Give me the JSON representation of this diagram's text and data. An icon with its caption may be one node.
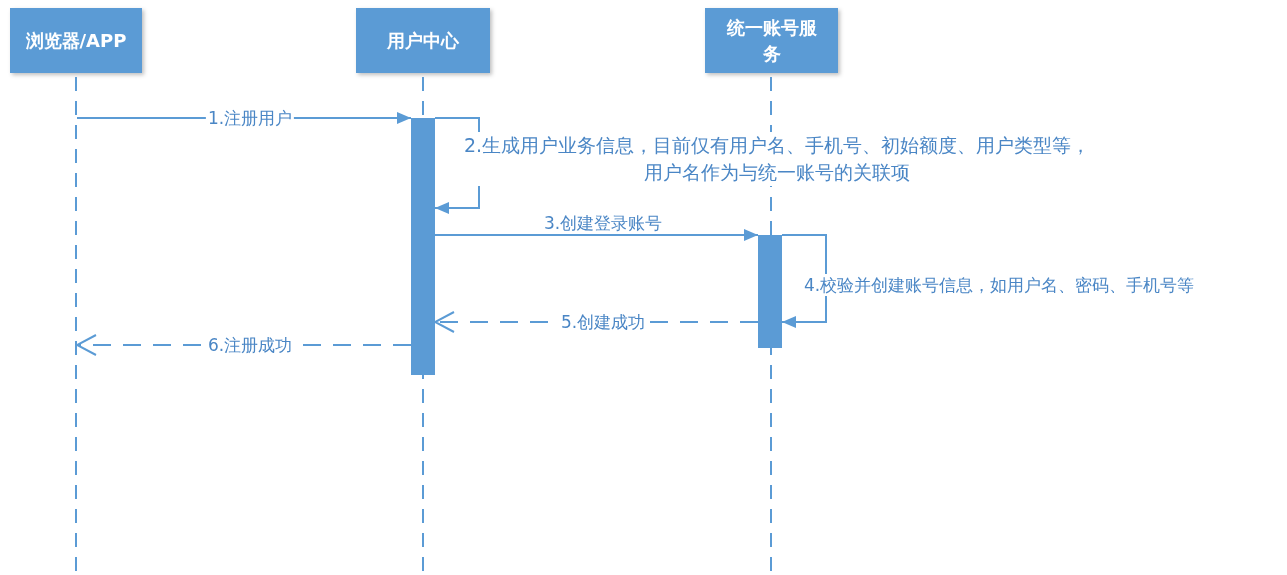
{
  "diagram": {
    "nodes": [
      {
        "text": [
          "浏览器/APP"
        ]
      },
      {
        "text": [
          "用户中心"
        ]
      },
      {
        "text": [
          "统一账号服务"
        ]
      },
      {
        "text": [],
        "shape": "line"
      },
      {
        "text": [],
        "shape": "line"
      },
      {
        "text": [],
        "shape": "line"
      },
      {
        "text": [],
        "shape": "bar"
      },
      {
        "text": [],
        "shape": "bar"
      }
    ],
    "edges": [
      {
        "from": 3,
        "to": 6,
        "arrow": "to",
        "label": "1.注册用户"
      },
      {
        "from": 6,
        "to": 6,
        "arrow": "to",
        "label": "2.生成用户业务信息，目前仅有用户名、手机号、初始额度、用户类型等，用户名作为与统一账号的关联项"
      },
      {
        "from": 6,
        "to": 7,
        "arrow": "to",
        "label": "3.创建登录账号"
      },
      {
        "from": 7,
        "to": 7,
        "arrow": "to",
        "label": "4.校验并创建账号信息，如用户名、密码、手机号等"
      },
      {
        "from": 7,
        "to": 6,
        "arrow": "to",
        "label": "5.创建成功",
        "style": "dashed"
      },
      {
        "from": 6,
        "to": 3,
        "arrow": "to",
        "label": "6.注册成功",
        "style": "dashed"
      }
    ]
  }
}
